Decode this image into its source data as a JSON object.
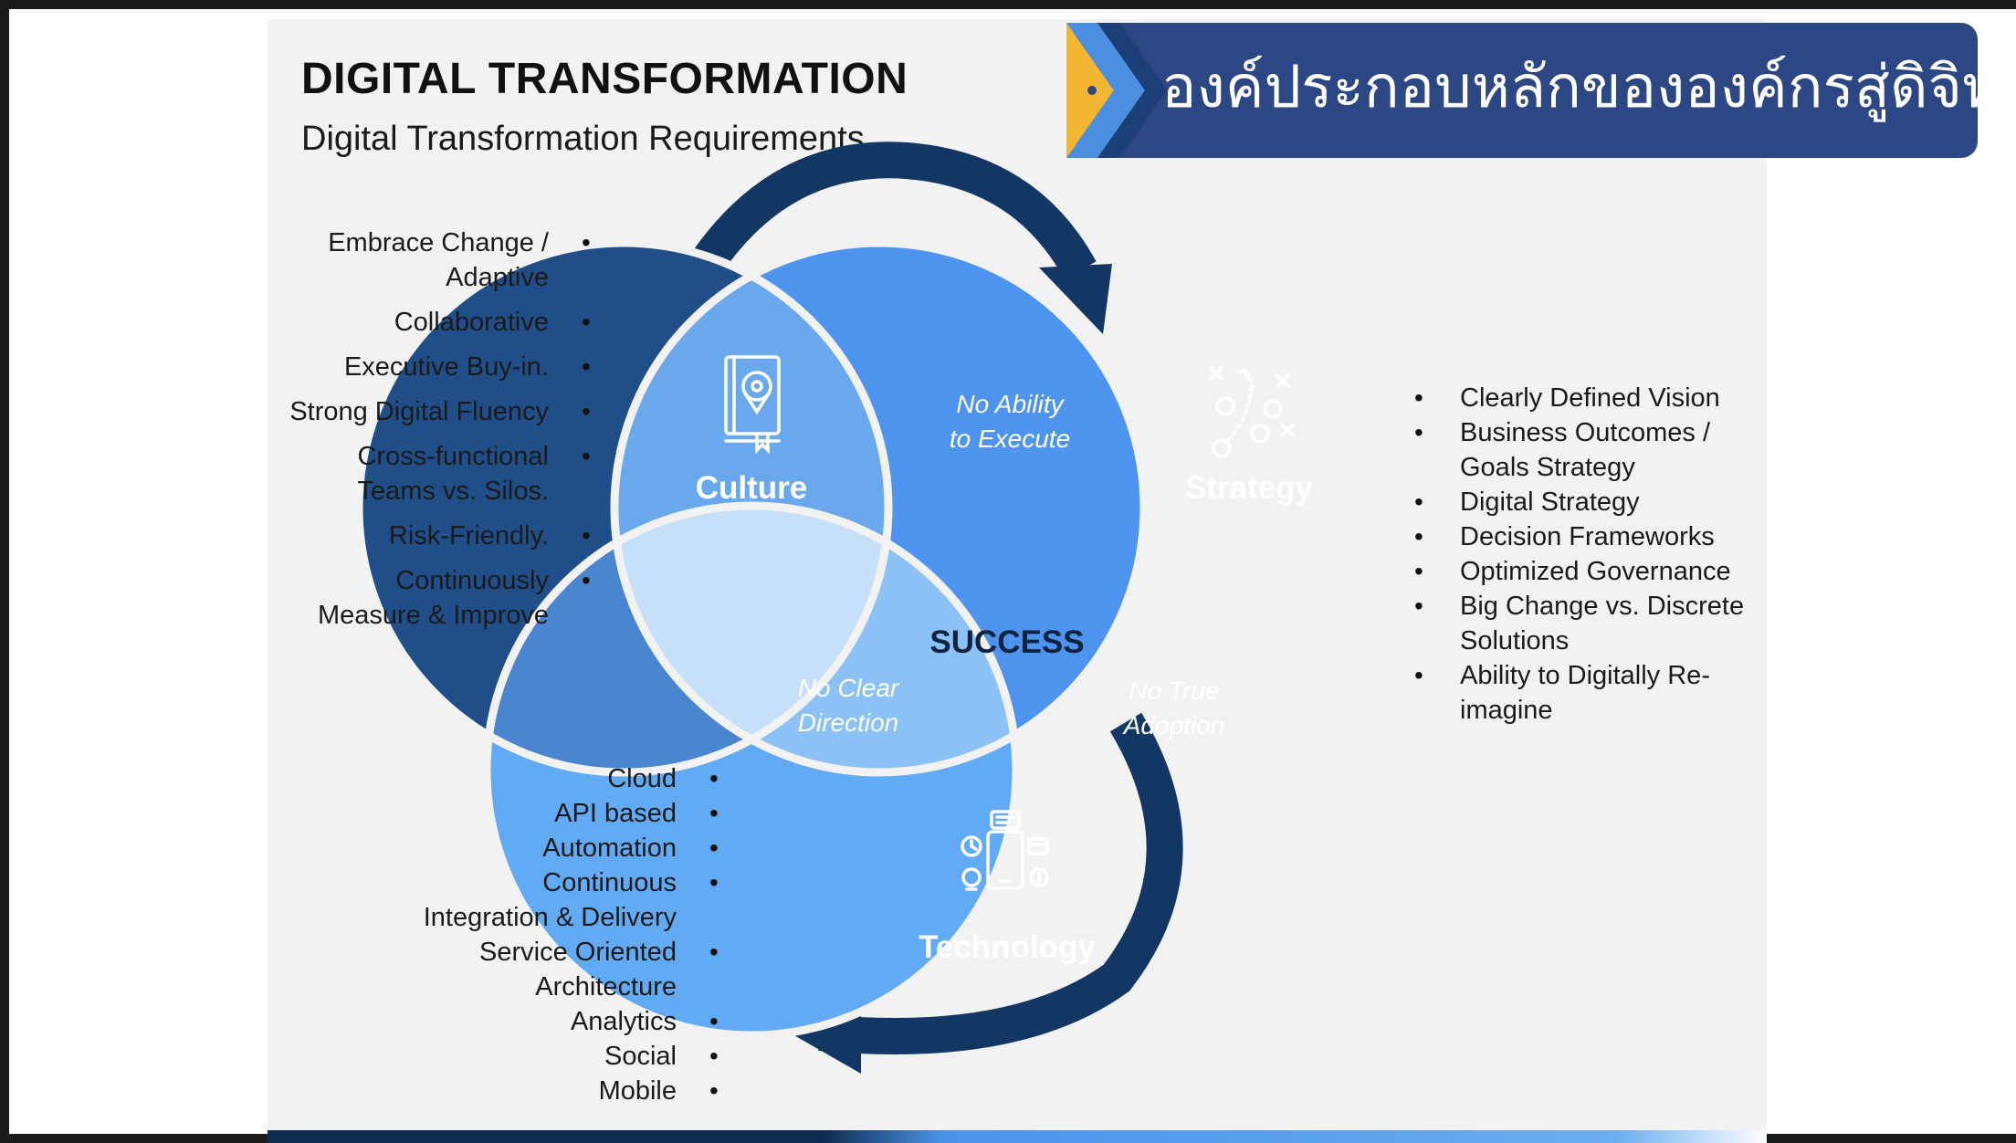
{
  "slide": {
    "title": "DIGITAL TRANSFORMATION",
    "subtitle": "Digital Transformation Requirements"
  },
  "banner": {
    "text": "องค์ประกอบหลักขององค์กรสู่ดิจิทัล"
  },
  "venn": {
    "culture": "Culture",
    "strategy": "Strategy",
    "technology": "Technology",
    "center": "SUCCESS",
    "culture_strategy": [
      "No Ability",
      "to Execute"
    ],
    "culture_technology": [
      "No Clear",
      "Direction"
    ],
    "strategy_technology": [
      "No True",
      "Adoption"
    ]
  },
  "culture_list": [
    [
      "Embrace Change /",
      "Adaptive"
    ],
    [
      "Collaborative"
    ],
    [
      "Executive Buy-in."
    ],
    [
      "Strong Digital Fluency"
    ],
    [
      "Cross-functional",
      "Teams vs. Silos."
    ],
    [
      "Risk-Friendly."
    ],
    [
      "Continuously",
      "Measure & Improve"
    ]
  ],
  "strategy_list": [
    [
      "Clearly Defined Vision"
    ],
    [
      "Business Outcomes /",
      "Goals Strategy"
    ],
    [
      "Digital Strategy"
    ],
    [
      "Decision Frameworks"
    ],
    [
      "Optimized Governance"
    ],
    [
      "Big Change vs. Discrete",
      "Solutions"
    ],
    [
      "Ability to Digitally Re-",
      "imagine"
    ]
  ],
  "technology_list": [
    [
      "Cloud"
    ],
    [
      "API based"
    ],
    [
      "Automation"
    ],
    [
      "Continuous",
      "Integration & Delivery"
    ],
    [
      "Service Oriented",
      "Architecture"
    ],
    [
      "Analytics"
    ],
    [
      "Social"
    ],
    [
      "Mobile"
    ]
  ],
  "colors": {
    "culture": "#1f4e89",
    "strategy": "#4e94ee",
    "technology": "#62aaf3",
    "center": "#c6e0fa",
    "arrow": "#123764",
    "banner": "#2c4783"
  },
  "icons": [
    "book-location-icon",
    "strategy-play-icon",
    "devices-icon"
  ]
}
